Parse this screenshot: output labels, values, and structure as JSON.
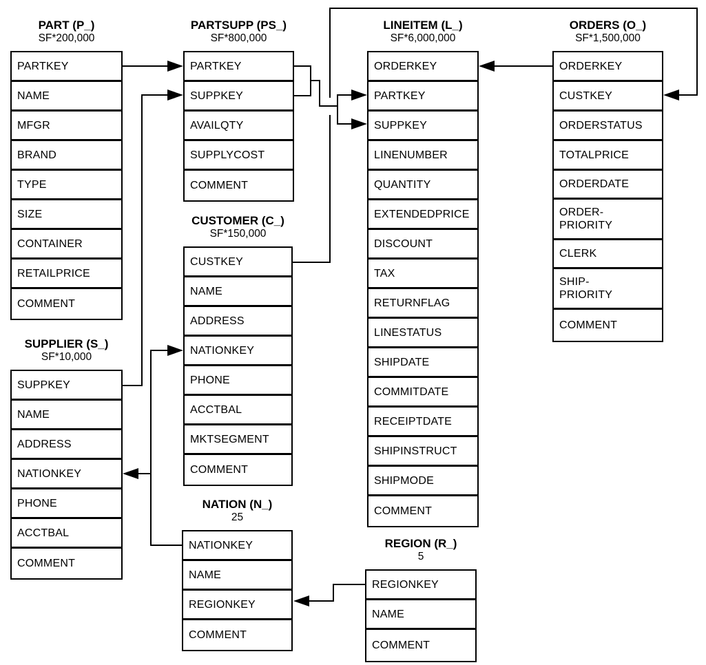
{
  "tables": [
    {
      "name": "PART (P_)",
      "cardinality": "SF*200,000",
      "fields": [
        "PARTKEY",
        "NAME",
        "MFGR",
        "BRAND",
        "TYPE",
        "SIZE",
        "CONTAINER",
        "RETAILPRICE",
        "COMMENT"
      ]
    },
    {
      "name": "PARTSUPP (PS_)",
      "cardinality": "SF*800,000",
      "fields": [
        "PARTKEY",
        "SUPPKEY",
        "AVAILQTY",
        "SUPPLYCOST",
        "COMMENT"
      ]
    },
    {
      "name": "LINEITEM (L_)",
      "cardinality": "SF*6,000,000",
      "fields": [
        "ORDERKEY",
        "PARTKEY",
        "SUPPKEY",
        "LINENUMBER",
        "QUANTITY",
        "EXTENDEDPRICE",
        "DISCOUNT",
        "TAX",
        "RETURNFLAG",
        "LINESTATUS",
        "SHIPDATE",
        "COMMITDATE",
        "RECEIPTDATE",
        "SHIPINSTRUCT",
        "SHIPMODE",
        "COMMENT"
      ]
    },
    {
      "name": "ORDERS (O_)",
      "cardinality": "SF*1,500,000",
      "fields": [
        "ORDERKEY",
        "CUSTKEY",
        "ORDERSTATUS",
        "TOTALPRICE",
        "ORDERDATE",
        "ORDER-\nPRIORITY",
        "CLERK",
        "SHIP-\nPRIORITY",
        "COMMENT"
      ]
    },
    {
      "name": "CUSTOMER (C_)",
      "cardinality": "SF*150,000",
      "fields": [
        "CUSTKEY",
        "NAME",
        "ADDRESS",
        "NATIONKEY",
        "PHONE",
        "ACCTBAL",
        "MKTSEGMENT",
        "COMMENT"
      ]
    },
    {
      "name": "SUPPLIER (S_)",
      "cardinality": "SF*10,000",
      "fields": [
        "SUPPKEY",
        "NAME",
        "ADDRESS",
        "NATIONKEY",
        "PHONE",
        "ACCTBAL",
        "COMMENT"
      ]
    },
    {
      "name": "NATION (N_)",
      "cardinality": "25",
      "fields": [
        "NATIONKEY",
        "NAME",
        "REGIONKEY",
        "COMMENT"
      ]
    },
    {
      "name": "REGION (R_)",
      "cardinality": "5",
      "fields": [
        "REGIONKEY",
        "NAME",
        "COMMENT"
      ]
    }
  ],
  "relationships": [
    {
      "from": "PART.PARTKEY",
      "to": "PARTSUPP.PARTKEY"
    },
    {
      "from": "SUPPLIER.SUPPKEY",
      "to": "PARTSUPP.SUPPKEY"
    },
    {
      "from": "PARTSUPP.PARTKEY",
      "to": "LINEITEM.PARTKEY"
    },
    {
      "from": "PARTSUPP.SUPPKEY",
      "to": "LINEITEM.SUPPKEY"
    },
    {
      "from": "ORDERS.ORDERKEY",
      "to": "LINEITEM.ORDERKEY"
    },
    {
      "from": "CUSTOMER.CUSTKEY",
      "to": "ORDERS.CUSTKEY"
    },
    {
      "from": "NATION.NATIONKEY",
      "to": "CUSTOMER.NATIONKEY"
    },
    {
      "from": "NATION.NATIONKEY",
      "to": "SUPPLIER.NATIONKEY"
    },
    {
      "from": "REGION.REGIONKEY",
      "to": "NATION.REGIONKEY"
    }
  ],
  "colors": {
    "line": "#000000",
    "background": "#ffffff",
    "text": "#000000"
  }
}
